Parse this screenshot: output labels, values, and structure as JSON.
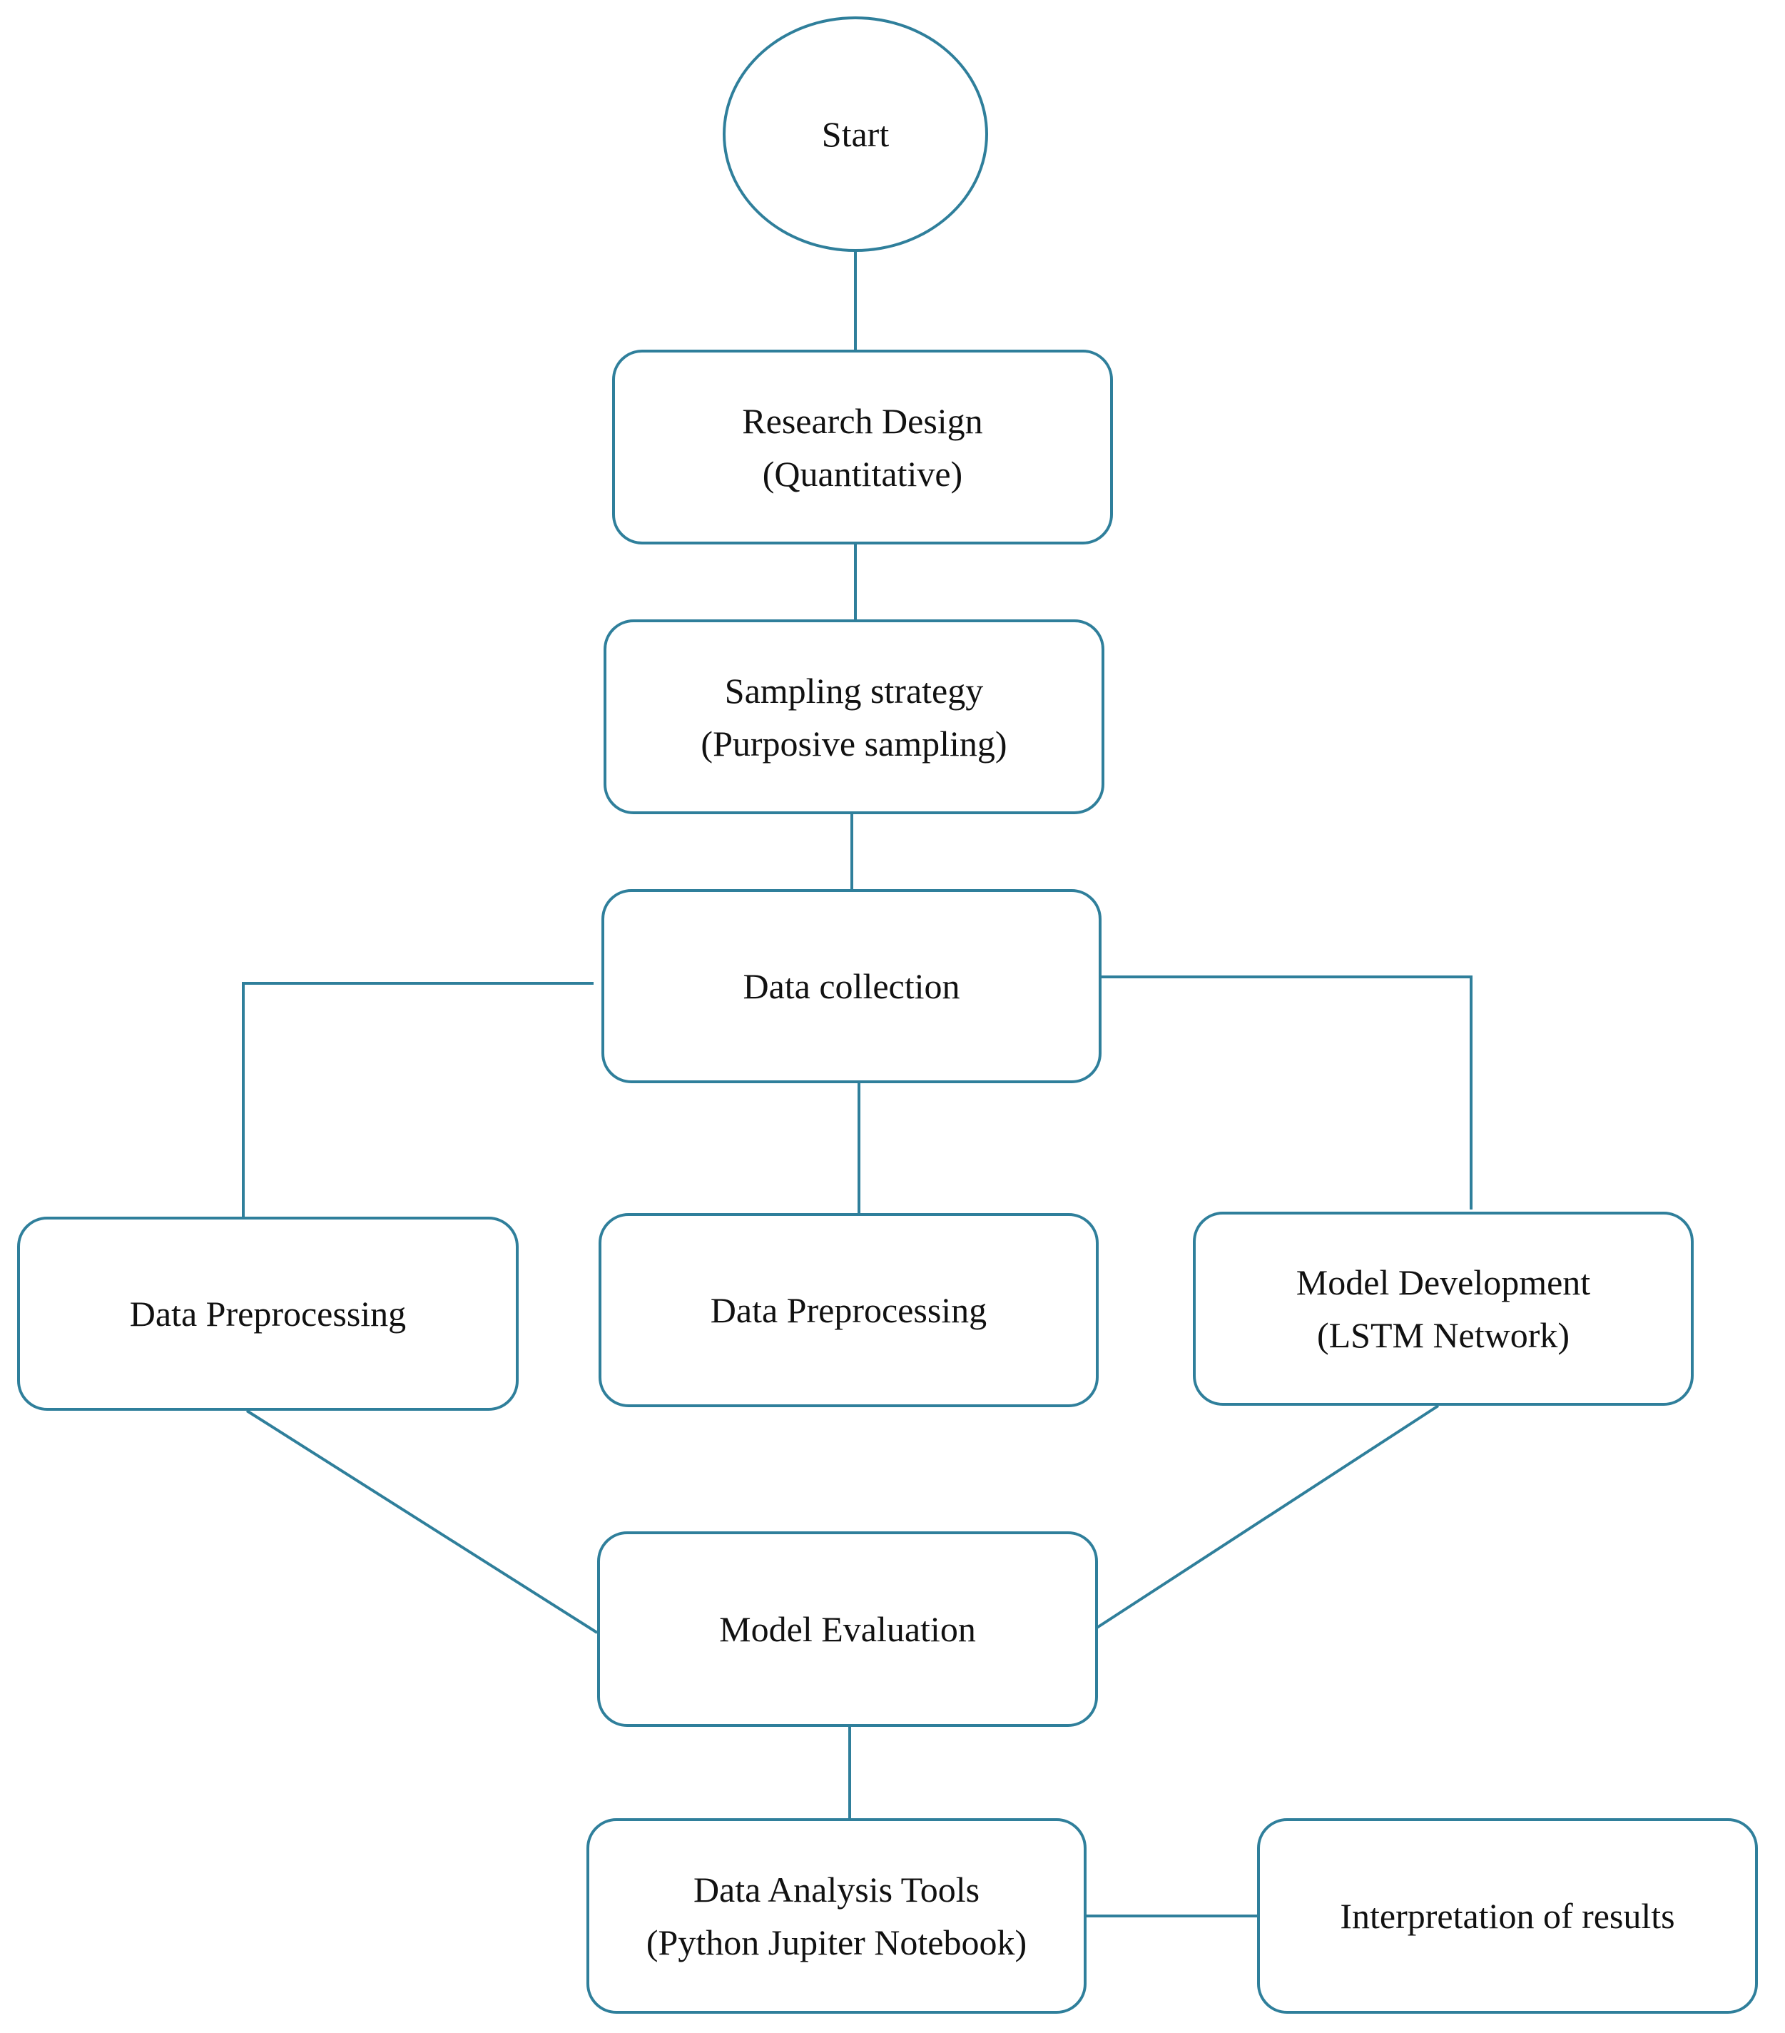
{
  "diagram": {
    "stroke_color": "#2f7f9b",
    "nodes": {
      "start": {
        "label": "Start"
      },
      "research_design": {
        "line1": "Research Design",
        "line2": "(Quantitative)"
      },
      "sampling_strategy": {
        "line1": "Sampling strategy",
        "line2": "(Purposive sampling)"
      },
      "data_collection": {
        "label": "Data collection"
      },
      "data_preprocessing_left": {
        "label": "Data Preprocessing"
      },
      "data_preprocessing_center": {
        "label": "Data Preprocessing"
      },
      "model_development": {
        "line1": "Model Development",
        "line2": "(LSTM Network)"
      },
      "model_evaluation": {
        "label": "Model Evaluation"
      },
      "data_analysis_tools": {
        "line1": "Data Analysis Tools",
        "line2": "(Python Jupiter Notebook)"
      },
      "interpretation_of_results": {
        "label": "Interpretation of results"
      }
    }
  }
}
